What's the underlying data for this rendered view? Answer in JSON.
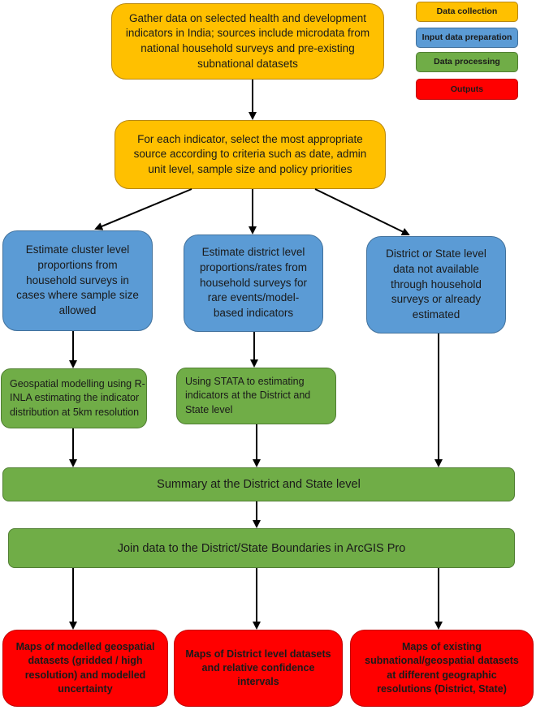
{
  "legend": {
    "data_collection": "Data collection",
    "input_preparation": "Input data preparation",
    "data_processing": "Data processing",
    "outputs": "Outputs"
  },
  "steps": {
    "gather": "Gather data on selected health and development\nindicators in India; sources include microdata from\nnational household surveys and pre-existing\nsubnational datasets",
    "select": "For each indicator, select the most appropriate\nsource according to criteria such as date, admin\nunit level, sample size and policy priorities",
    "cluster": "Estimate cluster level\nproportions from\nhousehold surveys in\ncases where sample size\nallowed",
    "district": "Estimate district level\nproportions/rates from\nhousehold surveys for\nrare events/model-\nbased indicators",
    "state_level": "District or State level\ndata not available\nthrough household\nsurveys or already\nestimated",
    "geospatial": "Geospatial modelling using R-\nINLA estimating the indicator\ndistribution at 5km resolution",
    "stata": "Using STATA to estimating\nindicators at the District and\nState level",
    "summary": "Summary at the District and State level",
    "join": "Join data to the District/State Boundaries in ArcGIS Pro"
  },
  "outputs": {
    "modelled": "Maps of modelled geospatial\ndatasets (gridded / high\nresolution) and modelled\nuncertainty",
    "district_maps": "Maps of District level datasets\nand relative confidence\nintervals",
    "existing": "Maps of existing\nsubnational/geospatial datasets\nat different geographic\nresolutions (District, State)"
  },
  "colors": {
    "data_collection": "#ffc000",
    "input_preparation": "#5b9bd5",
    "data_processing": "#70ad47",
    "outputs": "#ff0000"
  }
}
